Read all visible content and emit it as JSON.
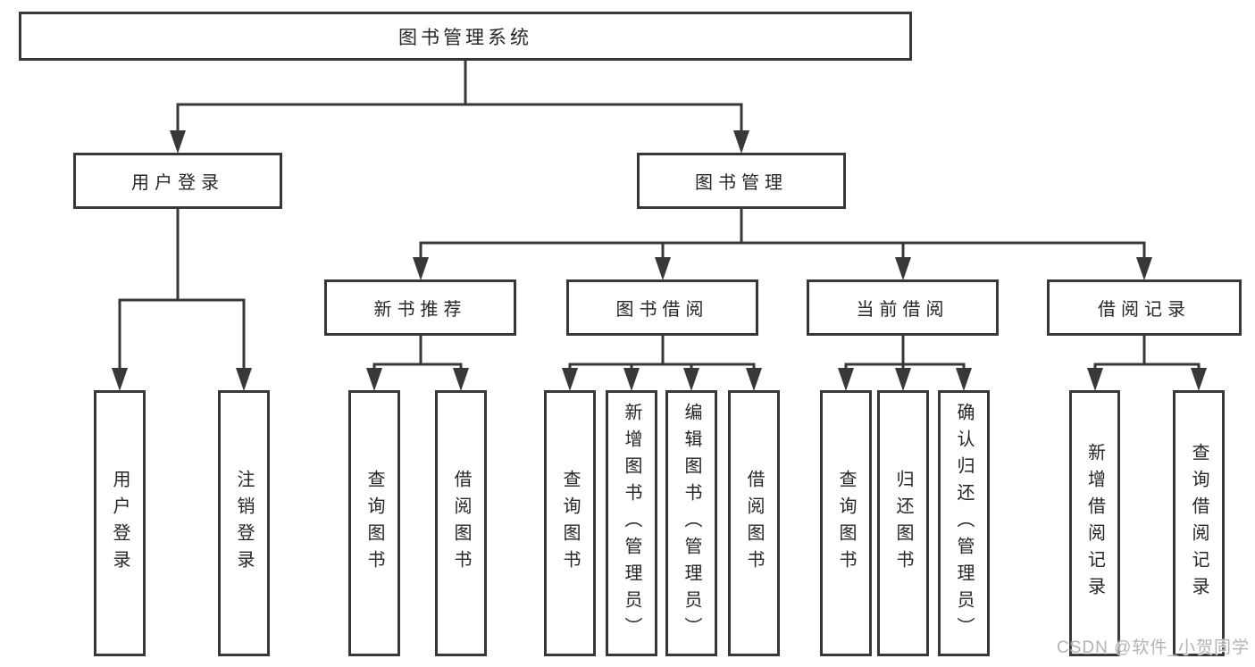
{
  "diagram": {
    "root": {
      "label": "图书管理系统"
    },
    "level2": [
      {
        "label": "用户登录"
      },
      {
        "label": "图书管理"
      }
    ],
    "level3": [
      {
        "label": "新书推荐"
      },
      {
        "label": "图书借阅"
      },
      {
        "label": "当前借阅"
      },
      {
        "label": "借阅记录"
      }
    ],
    "leaves": [
      {
        "label": "用户登录"
      },
      {
        "label": "注销登录"
      },
      {
        "label": "查询图书"
      },
      {
        "label": "借阅图书"
      },
      {
        "label": "查询图书"
      },
      {
        "label": "新增图书（管理员）"
      },
      {
        "label": "编辑图书（管理员）"
      },
      {
        "label": "借阅图书"
      },
      {
        "label": "查询图书"
      },
      {
        "label": "归还图书"
      },
      {
        "label": "确认归还（管理员）"
      },
      {
        "label": "新增借阅记录"
      },
      {
        "label": "查询借阅记录"
      }
    ]
  },
  "watermark": {
    "text": "CSDN @软件_小贺同学"
  },
  "colors": {
    "line": "#383838",
    "box_border": "#383838",
    "text": "#262626",
    "background": "#ffffff",
    "watermark": "#b3b3b3"
  }
}
